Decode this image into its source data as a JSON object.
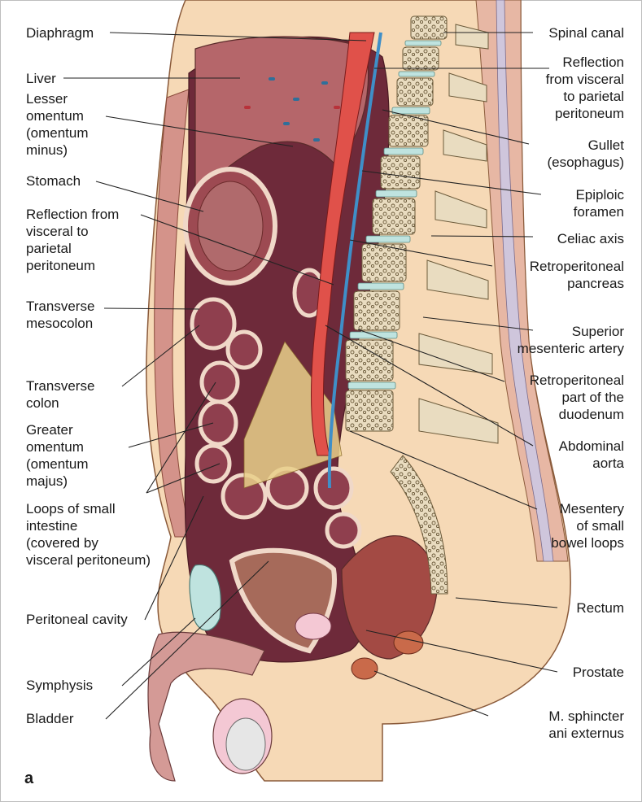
{
  "figure": {
    "panel_letter": "a",
    "left_labels": [
      {
        "id": "diaphragm",
        "text": "Diaphragm"
      },
      {
        "id": "liver",
        "text": "Liver"
      },
      {
        "id": "lesser-omentum",
        "text": "Lesser\nomentum\n(omentum\nminus)"
      },
      {
        "id": "stomach",
        "text": "Stomach"
      },
      {
        "id": "reflection-left",
        "text": "Reflection from\nvisceral to\nparietal\nperitoneum"
      },
      {
        "id": "transverse-mesocolon",
        "text": "Transverse\nmesocolon"
      },
      {
        "id": "transverse-colon",
        "text": "Transverse\ncolon"
      },
      {
        "id": "greater-omentum",
        "text": "Greater\nomentum\n(omentum\nmajus)"
      },
      {
        "id": "loops-small-intestine",
        "text": "Loops of small\nintestine\n(covered by\nvisceral peritoneum)"
      },
      {
        "id": "peritoneal-cavity",
        "text": "Peritoneal cavity"
      },
      {
        "id": "symphysis",
        "text": "Symphysis"
      },
      {
        "id": "bladder",
        "text": "Bladder"
      }
    ],
    "right_labels": [
      {
        "id": "spinal-canal",
        "text": "Spinal canal"
      },
      {
        "id": "reflection-right",
        "text": "Reflection\nfrom visceral\nto parietal\nperitoneum"
      },
      {
        "id": "gullet",
        "text": "Gullet\n(esophagus)"
      },
      {
        "id": "epiploic-foramen",
        "text": "Epiploic\nforamen"
      },
      {
        "id": "celiac-axis",
        "text": "Celiac axis"
      },
      {
        "id": "retroperitoneal-pancreas",
        "text": "Retroperitoneal\npancreas"
      },
      {
        "id": "superior-mesenteric-artery",
        "text": "Superior\nmesenteric artery"
      },
      {
        "id": "retroperitoneal-duodenum",
        "text": "Retroperitoneal\npart of the\nduodenum"
      },
      {
        "id": "abdominal-aorta",
        "text": "Abdominal\naorta"
      },
      {
        "id": "mesentery-small-bowel",
        "text": "Mesentery\nof small\nbowel loops"
      },
      {
        "id": "rectum",
        "text": "Rectum"
      },
      {
        "id": "prostate",
        "text": "Prostate"
      },
      {
        "id": "sphincter-ani",
        "text": "M. sphincter\nani externus"
      }
    ]
  }
}
